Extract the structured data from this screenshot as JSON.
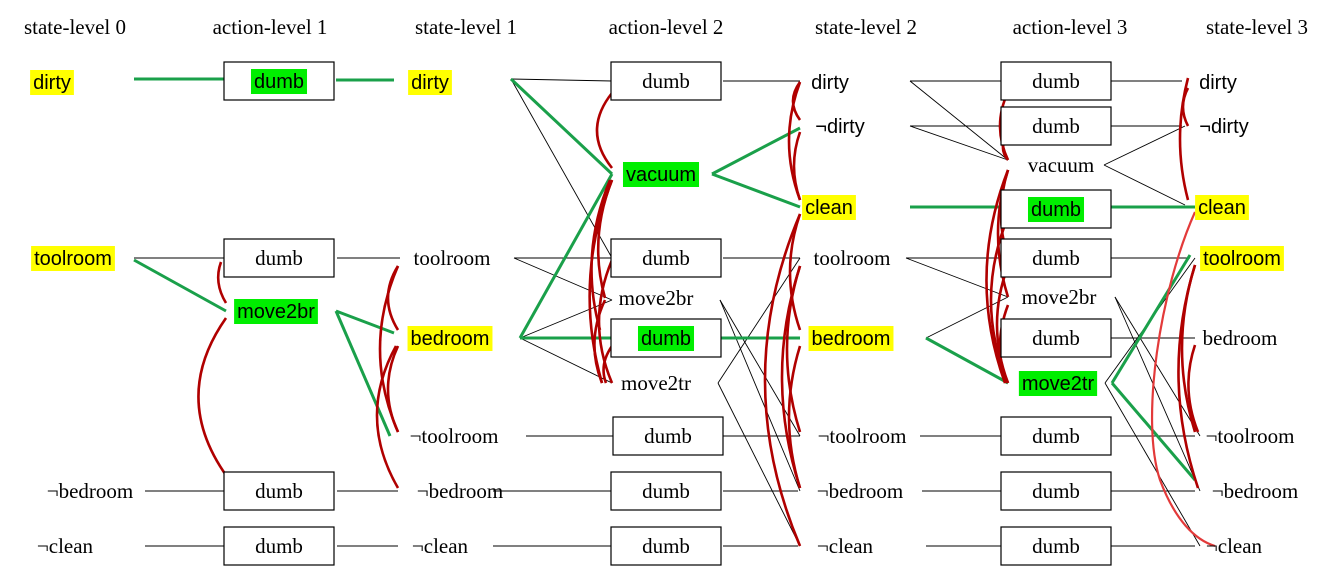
{
  "headers": [
    "state-level 0",
    "action-level 1",
    "state-level 1",
    "action-level 2",
    "state-level 2",
    "action-level 3",
    "state-level 3"
  ],
  "nodes": [
    {
      "id": "s0_dirty",
      "text": "dirty",
      "font": "sans",
      "hl": "yellow",
      "box": false
    },
    {
      "id": "s0_tool",
      "text": "toolroom",
      "font": "sans",
      "hl": "yellow",
      "box": false
    },
    {
      "id": "s0_nbed",
      "text": "¬bedroom",
      "font": "serif",
      "hl": "none",
      "box": false
    },
    {
      "id": "s0_nclean",
      "text": "¬clean",
      "font": "serif",
      "hl": "none",
      "box": false
    },
    {
      "id": "a1_dumb1",
      "text": "dumb",
      "font": "sans",
      "hl": "green",
      "box": true
    },
    {
      "id": "a1_dumb2",
      "text": "dumb",
      "font": "serif",
      "hl": "none",
      "box": true
    },
    {
      "id": "a1_m2br",
      "text": "move2br",
      "font": "sans",
      "hl": "green",
      "box": false
    },
    {
      "id": "a1_dumb3",
      "text": "dumb",
      "font": "serif",
      "hl": "none",
      "box": true
    },
    {
      "id": "a1_dumb4",
      "text": "dumb",
      "font": "serif",
      "hl": "none",
      "box": true
    },
    {
      "id": "s1_dirty",
      "text": "dirty",
      "font": "sans",
      "hl": "yellow",
      "box": false
    },
    {
      "id": "s1_tool",
      "text": "toolroom",
      "font": "serif",
      "hl": "none",
      "box": false
    },
    {
      "id": "s1_bed",
      "text": "bedroom",
      "font": "sans",
      "hl": "yellow",
      "box": false
    },
    {
      "id": "s1_ntool",
      "text": "¬toolroom",
      "font": "serif",
      "hl": "none",
      "box": false
    },
    {
      "id": "s1_nbed",
      "text": "¬bedroom",
      "font": "serif",
      "hl": "none",
      "box": false
    },
    {
      "id": "s1_nclean",
      "text": "¬clean",
      "font": "serif",
      "hl": "none",
      "box": false
    },
    {
      "id": "a2_dumb1",
      "text": "dumb",
      "font": "serif",
      "hl": "none",
      "box": true
    },
    {
      "id": "a2_vac",
      "text": "vacuum",
      "font": "sans",
      "hl": "green",
      "box": false
    },
    {
      "id": "a2_dumb2",
      "text": "dumb",
      "font": "serif",
      "hl": "none",
      "box": true
    },
    {
      "id": "a2_m2br",
      "text": "move2br",
      "font": "serif",
      "hl": "none",
      "box": false
    },
    {
      "id": "a2_dumb3",
      "text": "dumb",
      "font": "sans",
      "hl": "green",
      "box": true
    },
    {
      "id": "a2_m2tr",
      "text": "move2tr",
      "font": "serif",
      "hl": "none",
      "box": false
    },
    {
      "id": "a2_dumb4",
      "text": "dumb",
      "font": "serif",
      "hl": "none",
      "box": true
    },
    {
      "id": "a2_dumb5",
      "text": "dumb",
      "font": "serif",
      "hl": "none",
      "box": true
    },
    {
      "id": "a2_dumb6",
      "text": "dumb",
      "font": "serif",
      "hl": "none",
      "box": true
    },
    {
      "id": "s2_dirty",
      "text": "dirty",
      "font": "sans",
      "hl": "none",
      "box": false
    },
    {
      "id": "s2_ndirty",
      "text": "¬dirty",
      "font": "sans",
      "hl": "none",
      "box": false
    },
    {
      "id": "s2_clean",
      "text": "clean",
      "font": "sans",
      "hl": "yellow",
      "box": false
    },
    {
      "id": "s2_tool",
      "text": "toolroom",
      "font": "serif",
      "hl": "none",
      "box": false
    },
    {
      "id": "s2_bed",
      "text": "bedroom",
      "font": "sans",
      "hl": "yellow",
      "box": false
    },
    {
      "id": "s2_ntool",
      "text": "¬toolroom",
      "font": "serif",
      "hl": "none",
      "box": false
    },
    {
      "id": "s2_nbed",
      "text": "¬bedroom",
      "font": "serif",
      "hl": "none",
      "box": false
    },
    {
      "id": "s2_nclean",
      "text": "¬clean",
      "font": "serif",
      "hl": "none",
      "box": false
    },
    {
      "id": "a3_dumb1",
      "text": "dumb",
      "font": "serif",
      "hl": "none",
      "box": true
    },
    {
      "id": "a3_dumb2",
      "text": "dumb",
      "font": "serif",
      "hl": "none",
      "box": true
    },
    {
      "id": "a3_vac",
      "text": "vacuum",
      "font": "serif",
      "hl": "none",
      "box": false
    },
    {
      "id": "a3_dumb3",
      "text": "dumb",
      "font": "sans",
      "hl": "green",
      "box": true
    },
    {
      "id": "a3_dumb4",
      "text": "dumb",
      "font": "serif",
      "hl": "none",
      "box": true
    },
    {
      "id": "a3_m2br",
      "text": "move2br",
      "font": "serif",
      "hl": "none",
      "box": false
    },
    {
      "id": "a3_dumb5",
      "text": "dumb",
      "font": "serif",
      "hl": "none",
      "box": true
    },
    {
      "id": "a3_m2tr",
      "text": "move2tr",
      "font": "sans",
      "hl": "green",
      "box": false
    },
    {
      "id": "a3_dumb6",
      "text": "dumb",
      "font": "serif",
      "hl": "none",
      "box": true
    },
    {
      "id": "a3_dumb7",
      "text": "dumb",
      "font": "serif",
      "hl": "none",
      "box": true
    },
    {
      "id": "a3_dumb8",
      "text": "dumb",
      "font": "serif",
      "hl": "none",
      "box": true
    },
    {
      "id": "s3_dirty",
      "text": "dirty",
      "font": "sans",
      "hl": "none",
      "box": false
    },
    {
      "id": "s3_ndirty",
      "text": "¬dirty",
      "font": "sans",
      "hl": "none",
      "box": false
    },
    {
      "id": "s3_clean",
      "text": "clean",
      "font": "sans",
      "hl": "yellow",
      "box": false
    },
    {
      "id": "s3_tool",
      "text": "toolroom",
      "font": "sans",
      "hl": "yellow",
      "box": false
    },
    {
      "id": "s3_bed",
      "text": "bedroom",
      "font": "serif",
      "hl": "none",
      "box": false
    },
    {
      "id": "s3_ntool",
      "text": "¬toolroom",
      "font": "serif",
      "hl": "none",
      "box": false
    },
    {
      "id": "s3_nbed",
      "text": "¬bedroom",
      "font": "serif",
      "hl": "none",
      "box": false
    },
    {
      "id": "s3_nclean",
      "text": "¬clean",
      "font": "serif",
      "hl": "none",
      "box": false
    }
  ],
  "colors": {
    "plan_edge": "#1aa04a",
    "mutex_edge": "#b00000",
    "goal_highlight": "#ffff00",
    "action_highlight": "#00ee00"
  }
}
